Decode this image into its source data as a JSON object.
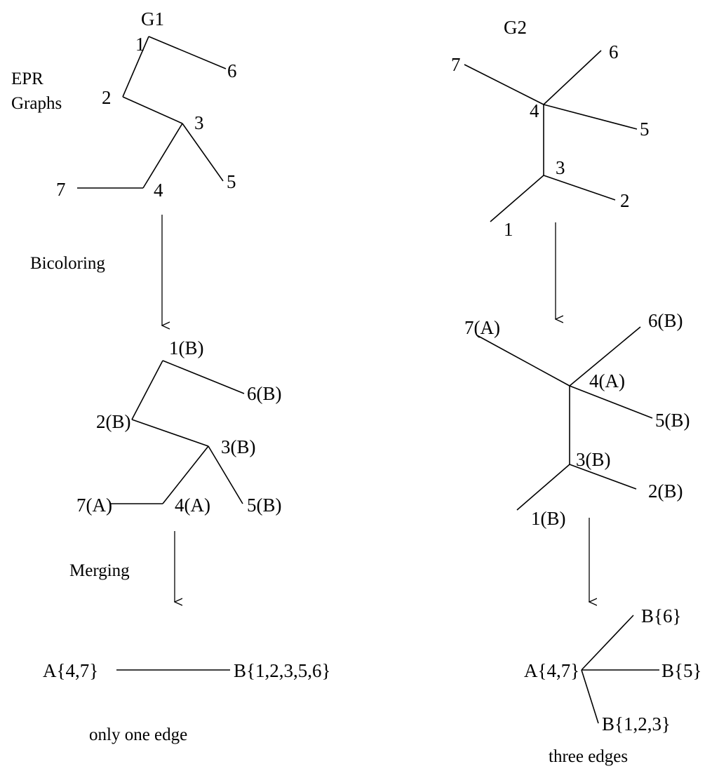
{
  "titles": {
    "g1": "G1",
    "g2": "G2"
  },
  "side_labels": {
    "epr_line1": "EPR",
    "epr_line2": "Graphs",
    "bicoloring": "Bicoloring",
    "merging": "Merging"
  },
  "g1": {
    "graph": {
      "n1": "1",
      "n2": "2",
      "n3": "3",
      "n4": "4",
      "n5": "5",
      "n6": "6",
      "n7": "7"
    },
    "colored": {
      "n1": "1(B)",
      "n2": "2(B)",
      "n3": "3(B)",
      "n4": "4(A)",
      "n5": "5(B)",
      "n6": "6(B)",
      "n7": "7(A)"
    },
    "merged": {
      "a": "A{4,7}",
      "b": "B{1,2,3,5,6}"
    },
    "caption": "only one edge"
  },
  "g2": {
    "graph": {
      "n1": "1",
      "n2": "2",
      "n3": "3",
      "n4": "4",
      "n5": "5",
      "n6": "6",
      "n7": "7"
    },
    "colored": {
      "n1": "1(B)",
      "n2": "2(B)",
      "n3": "3(B)",
      "n4": "4(A)",
      "n5": "5(B)",
      "n6": "6(B)",
      "n7": "7(A)"
    },
    "merged": {
      "a": "A{4,7}",
      "b6": "B{6}",
      "b5": "B{5}",
      "b123": "B{1,2,3}"
    },
    "caption": "three edges"
  }
}
